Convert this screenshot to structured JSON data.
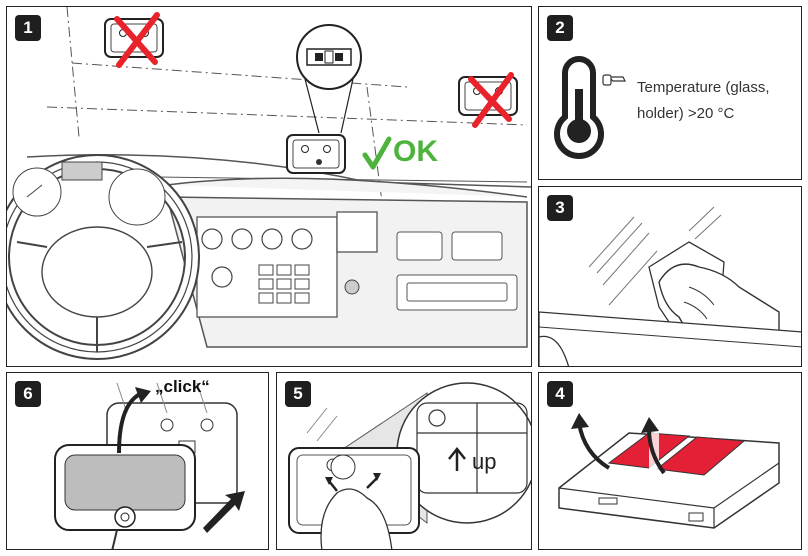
{
  "steps": {
    "s1": "1",
    "s2": "2",
    "s3": "3",
    "s4": "4",
    "s5": "5",
    "s6": "6"
  },
  "panel1": {
    "ok_label": "OK",
    "ok_color": "#4db33d",
    "cross_color": "#e8232b"
  },
  "panel2": {
    "line1": "Temperature (glass,",
    "line2": "holder) >20 °C"
  },
  "panel4": {
    "tape_color": "#e32036"
  },
  "panel5": {
    "up_label": "up"
  },
  "panel6": {
    "click_label": "„click“"
  }
}
